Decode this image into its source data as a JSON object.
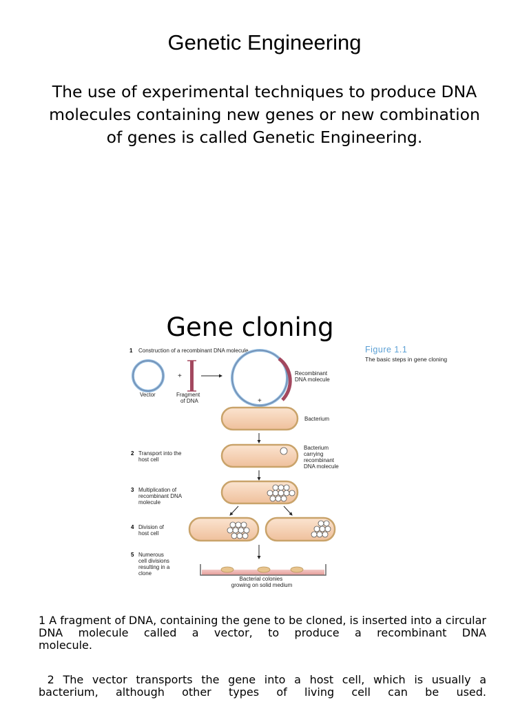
{
  "title": "Genetic Engineering",
  "definition": "The use of experimental techniques to produce DNA molecules containing new genes or new combination of genes is called Genetic Engineering.",
  "section_title": "Gene cloning",
  "figure": {
    "number": "Figure 1.1",
    "caption": "The basic steps in gene cloning",
    "colors": {
      "accent": "#5a9fd4",
      "cell_fill": "#f5d3b8",
      "cell_outline": "#c9a36a",
      "fragment": "#a3485f",
      "vector": "#8cb7dd"
    },
    "steps": [
      {
        "num": "1",
        "text": "Construction of a recombinant DNA molecule"
      },
      {
        "num": "2",
        "lines": [
          "Transport into the",
          "host cell"
        ]
      },
      {
        "num": "3",
        "lines": [
          "Multiplication of",
          "recombinant DNA",
          "molecule"
        ]
      },
      {
        "num": "4",
        "lines": [
          "Division of",
          "host cell"
        ]
      },
      {
        "num": "5",
        "lines": [
          "Numerous",
          "cell divisions",
          "resulting in a",
          "clone"
        ]
      }
    ],
    "labels": {
      "vector": "Vector",
      "fragment": [
        "Fragment",
        "of DNA"
      ],
      "plus": "+",
      "recombinant": [
        "Recombinant",
        "DNA molecule"
      ],
      "bacterium": "Bacterium",
      "bacterium_carrying": [
        "Bacterium",
        "carrying",
        "recombinant",
        "DNA molecule"
      ],
      "colonies": [
        "Bacterial colonies",
        "growing on solid medium"
      ]
    }
  },
  "paragraphs": [
    {
      "first": "1 A fragment of DNA, containing the gene to be cloned, is inserted into a circular DNA molecule called a vector, to produce a recombinant DNA",
      "last": "molecule."
    },
    {
      "first": " 2 The vector transports the gene into a host cell, which is usually a",
      "last": "bacterium, although other types of living cell can be used."
    }
  ]
}
